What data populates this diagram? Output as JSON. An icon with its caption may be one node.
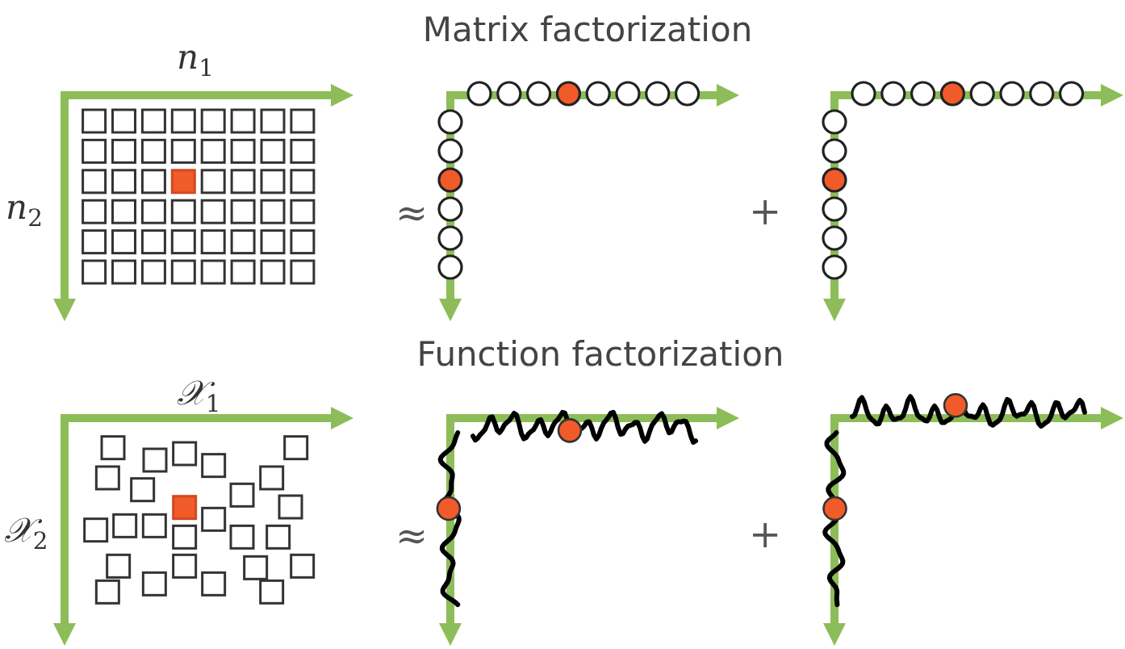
{
  "diagram": {
    "labels": [
      "Matrix factorization",
      "n$_{1}$",
      "n$_{2}$",
      "≈",
      "+",
      "Function factorization",
      "𝒳$_{1}$",
      "𝒳$_{2}$",
      "≈",
      "+"
    ]
  }
}
